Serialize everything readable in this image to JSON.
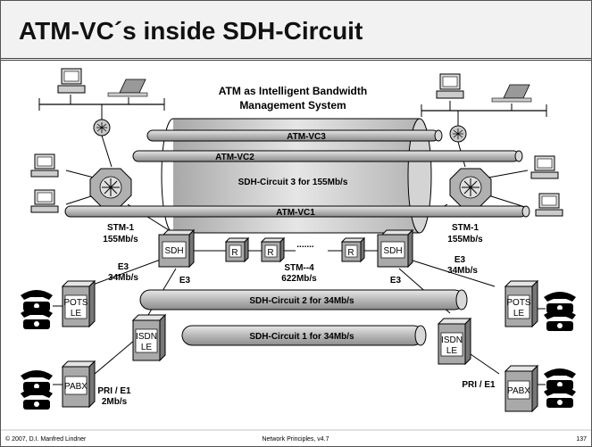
{
  "title": "ATM-VC´s inside SDH-Circuit",
  "headline": {
    "line1": "ATM as Intelligent Bandwidth",
    "line2": "Management System"
  },
  "vcs": {
    "vc1": "ATM-VC1",
    "vc2": "ATM-VC2",
    "vc3": "ATM-VC3"
  },
  "circuits": {
    "c3": "SDH-Circuit 3 for 155Mb/s",
    "c2": "SDH-Circuit 2 for 34Mb/s",
    "c1": "SDH-Circuit 1 for 34Mb/s"
  },
  "links": {
    "stm1": "STM-1",
    "stm1_rate": "155Mb/s",
    "e3": "E3",
    "e3_rate": "34Mb/s",
    "stm4": "STM--4",
    "stm4_rate": "622Mb/s",
    "dots": ".......",
    "pri": "PRI / E1",
    "pri_rate": "2Mb/s"
  },
  "boxes": {
    "sdh": "SDH",
    "r": "R",
    "pots": "POTS",
    "isdn": "ISDN",
    "le": "LE",
    "pabx": "PABX"
  },
  "footer": {
    "left": "© 2007, D.I. Manfred Lindner",
    "center": "Network Principles, v4.7",
    "page": "137"
  }
}
